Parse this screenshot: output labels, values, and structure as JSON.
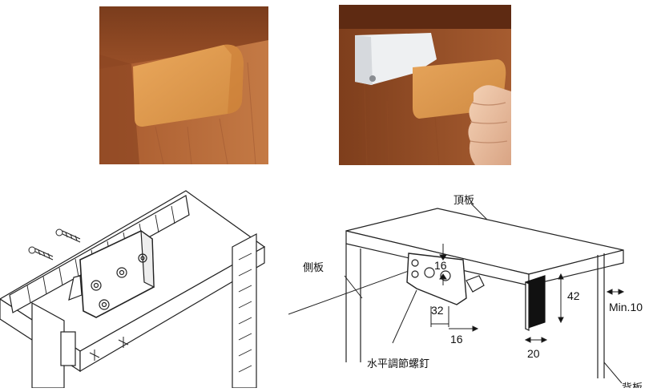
{
  "photos": [
    {
      "name": "photo-installed-cover",
      "description_hidden": ""
    },
    {
      "name": "photo-hand-attaching-cover",
      "description_hidden": ""
    }
  ],
  "drawing_left": {},
  "drawing_right": {
    "labels": {
      "top_panel": "頂板",
      "side_panel": "側板",
      "level_screw": "水平調節螺釘",
      "back_panel": "背板"
    },
    "dimensions": {
      "d16_top": "16",
      "d32": "32",
      "d16_bottom": "16",
      "d42": "42",
      "d20": "20",
      "min10": "Min.10"
    }
  },
  "colors": {
    "wood_dark": "#8a4a26",
    "wood_mid": "#b0683a",
    "cover_orange": "#e0a055",
    "metal_white": "#eef0f2",
    "line": "#222222"
  }
}
